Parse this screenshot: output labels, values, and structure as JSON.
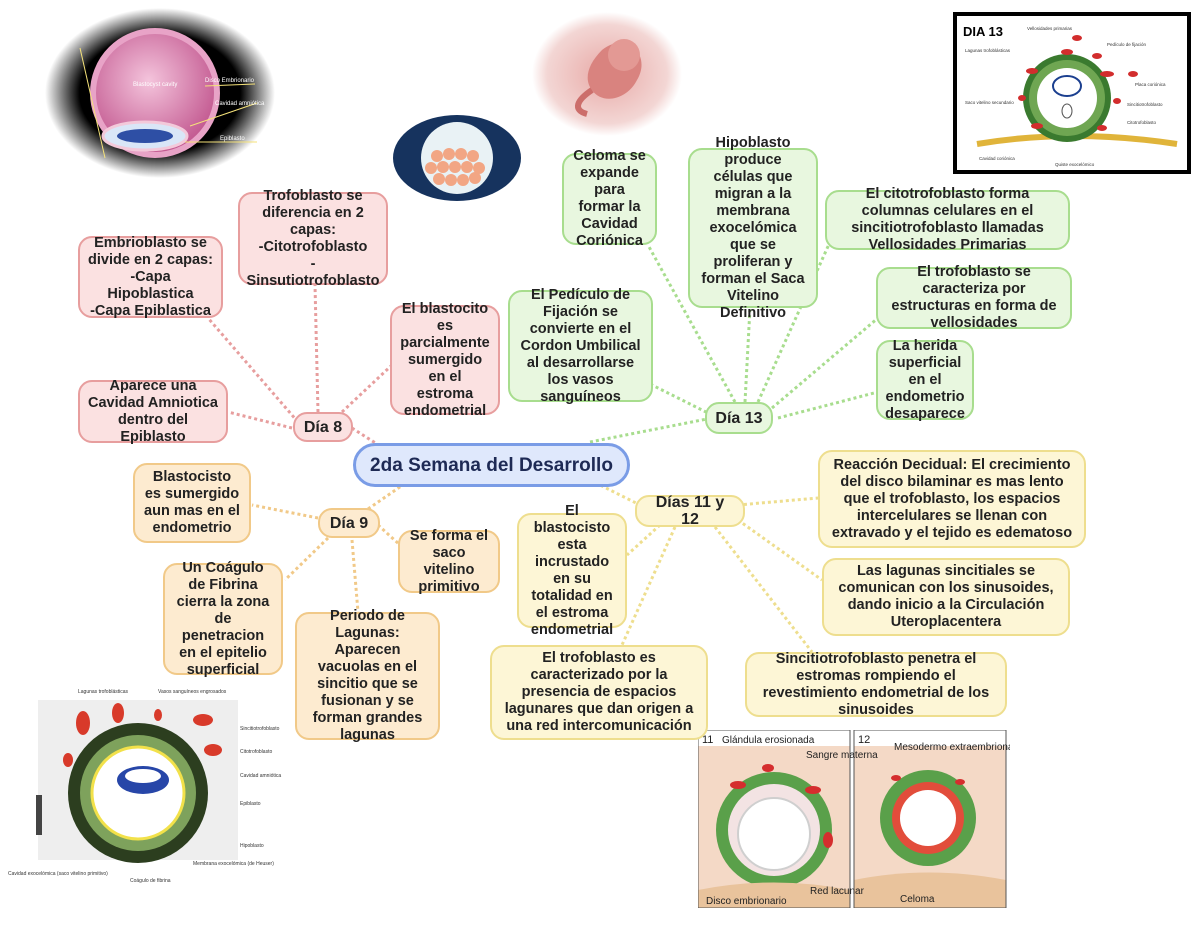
{
  "center_title": "2da Semana del Desarrollo",
  "days": {
    "dia8": "Día 8",
    "dia9": "Día 9",
    "dia13": "Día 13",
    "dias11_12": "Días 11 y 12"
  },
  "dia8_notes": [
    "Embrioblasto se divide en 2 capas:\n-Capa Hipoblastica\n-Capa Epiblastica",
    "Trofoblasto se diferencia en 2 capas:\n-Citotrofoblasto\n-Sinsutiotrofoblasto",
    "El blastocito es parcialmente sumergido en el estroma endometrial",
    "Aparece una Cavidad Amniotica dentro del Epiblasto"
  ],
  "dia9_notes": [
    "Blastocisto es sumergido aun mas en el endometrio",
    "Se forma el saco vitelino primitivo",
    "Un Coágulo de Fibrina cierra la zona de penetracion en el epitelio superficial",
    "Periodo de Lagunas: Aparecen vacuolas en el sincitio que se fusionan y se forman grandes lagunas"
  ],
  "dia13_notes": [
    "Celoma se expande para formar la Cavidad Coriónica",
    "Hipoblasto produce células que migran a la membrana exocelómica que se proliferan y forman el Saca Vitelino Definitivo",
    "El citotrofoblasto forma columnas celulares en el sincitiotrofoblasto llamadas Vellosidades Primarias",
    "El Pedículo de Fijación se convierte en el Cordon Umbilical al desarrollarse los vasos sanguíneos",
    "El trofoblasto se caracteriza por estructuras en forma de vellosidades",
    "La herida superficial en el endometrio desaparece"
  ],
  "dias11_12_notes": [
    "Reacción Decidual: El crecimiento del disco bilaminar es mas lento que el trofoblasto, los espacios intercelulares se llenan con extravado y el tejido es edematoso",
    "El blastocisto esta incrustado en su totalidad en el estroma endometrial",
    "Las lagunas sincitiales se comunican con los sinusoides, dando inicio a la Circulación Uteroplacentera",
    "El trofoblasto es caracterizado por la presencia de espacios lagunares que dan origen a una red intercomunicación",
    "Sincitiotrofoblasto penetra el estromas rompiendo el revestimiento endometrial de los sinusoides"
  ],
  "images": {
    "blastocyst": {
      "labels": [
        "Blastocyst cavity",
        "Disco Embrionario",
        "Cavidad amniótica",
        "Epiblasto"
      ]
    },
    "dia13_figure": {
      "title": "DIA 13",
      "labels": [
        "Vellosidades primarias",
        "Pedículo de fijación",
        "Lagunas trofoblásticas",
        "Placa coriónica",
        "Saco vitelino secundario",
        "Sincitiotrofoblasto",
        "Citotrofoblasto",
        "Cavidad coriónica",
        "Quiste exocelómico"
      ]
    },
    "dia9_figure": {
      "labels": [
        "Lagunas trofoblásticas",
        "Vasos sanguíneos engrosados",
        "Sincitiotrofoblasto",
        "Citotrofoblasto",
        "Cavidad amniótica",
        "Epiblasto",
        "Hipoblasto",
        "Membrana exocelómica (de Heuser)",
        "Coágulo de fibrina",
        "Cavidad exocelómica (saco vitelino primitivo)"
      ]
    },
    "dias11_12_figure": {
      "panel11_number": "11",
      "panel12_number": "12",
      "labels": [
        "Glándula erosionada",
        "Sangre materna",
        "Disco embrionario",
        "Red lacunar",
        "Mesodermo extraembrionario",
        "Celoma"
      ]
    }
  },
  "colors": {
    "center_border": "#7a9ce6",
    "pink_branch": "#e79e9e",
    "green_branch": "#a8dd8e",
    "yellow_branch": "#eede8e",
    "orange_branch": "#f1c988"
  }
}
